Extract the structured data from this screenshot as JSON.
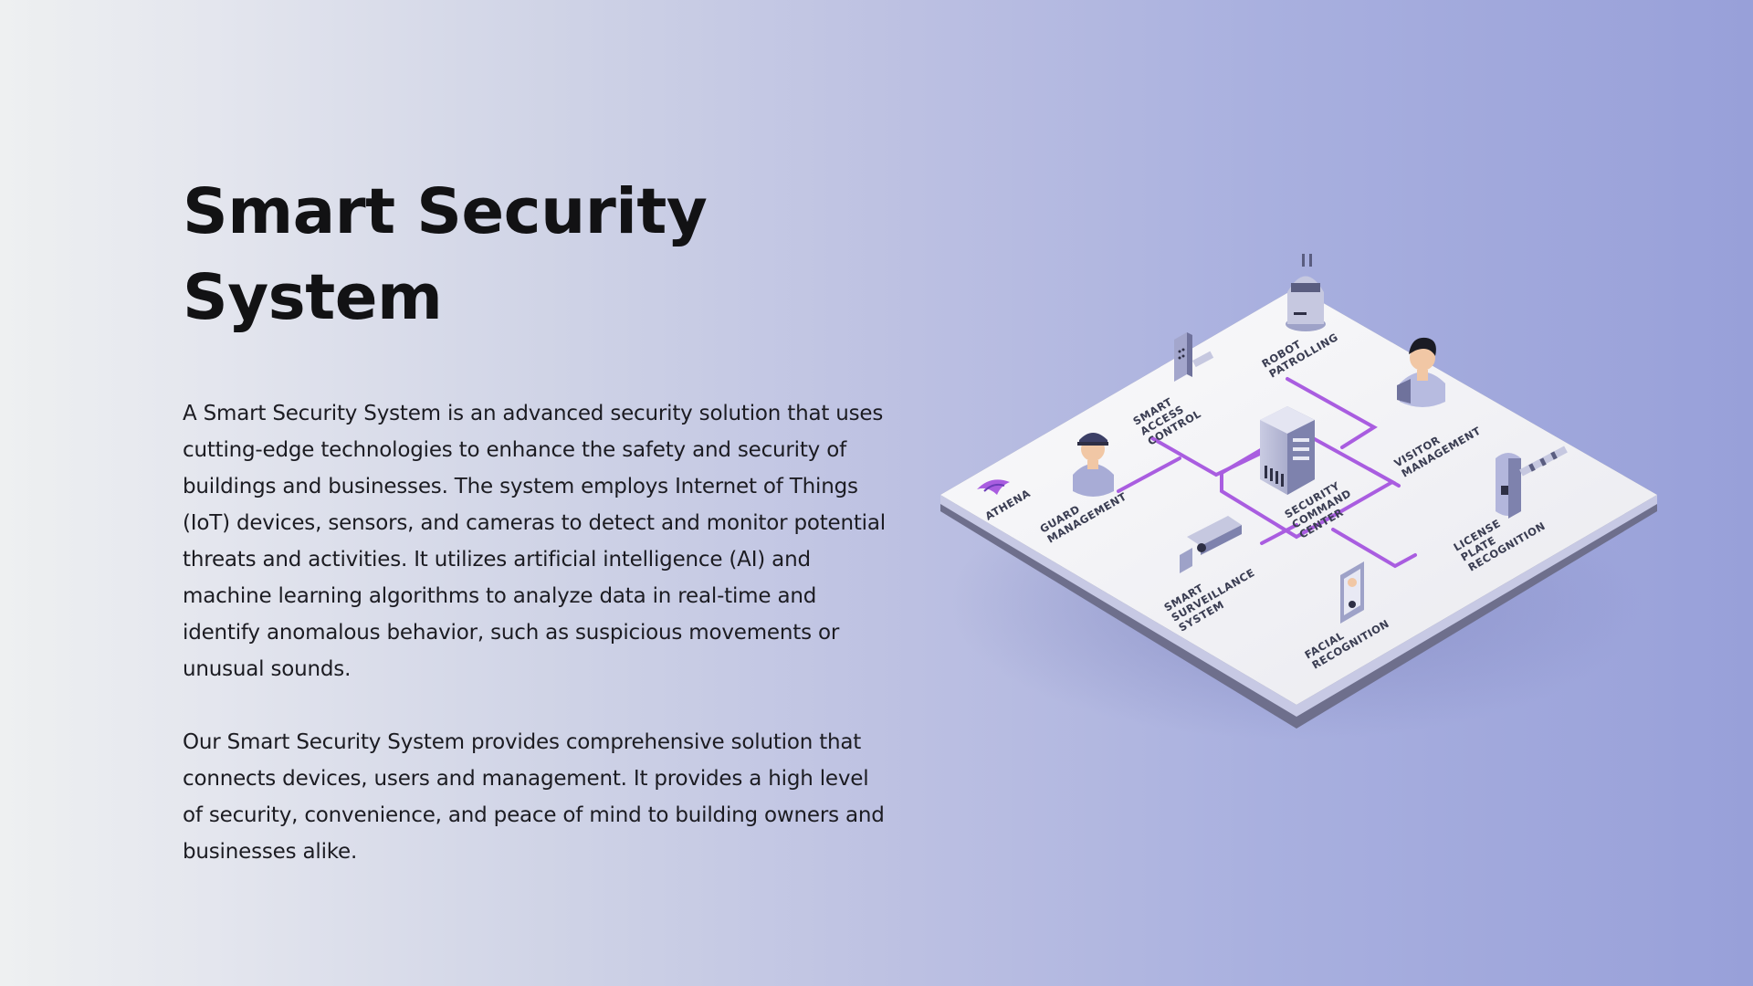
{
  "title": "Smart Security System",
  "paragraphs": [
    "A Smart Security System is an advanced security solution that uses cutting-edge technologies to enhance the safety and security of buildings and businesses. The system employs Internet of Things (IoT) devices, sensors, and cameras to detect and monitor potential threats and activities. It utilizes artificial intelligence (AI) and machine learning algorithms to analyze data in real-time and identify anomalous behavior, such as suspicious movements or unusual sounds.",
    "Our Smart Security System provides comprehensive solution that connects devices, users and management. It provides a high level of security, convenience, and peace of mind to building owners and businesses alike."
  ],
  "diagram": {
    "brand": "ATHENA",
    "labels": {
      "robot_1": "ROBOT",
      "robot_2": "PATROLLING",
      "access_1": "SMART",
      "access_2": "ACCESS",
      "access_3": "CONTROL",
      "visitor_1": "VISITOR",
      "visitor_2": "MANAGEMENT",
      "guard_1": "GUARD",
      "guard_2": "MANAGEMENT",
      "command_1": "SECURITY",
      "command_2": "COMMAND",
      "command_3": "CENTER",
      "surv_1": "SMART",
      "surv_2": "SURVEILLANCE",
      "surv_3": "SYSTEM",
      "lpr_1": "LICENSE",
      "lpr_2": "PLATE",
      "lpr_3": "RECOGNITION",
      "face_1": "FACIAL",
      "face_2": "RECOGNITION"
    },
    "colors": {
      "accent": "#a95de0",
      "platform_top": "#f3f3f5",
      "platform_side": "#6e6f8c"
    }
  }
}
